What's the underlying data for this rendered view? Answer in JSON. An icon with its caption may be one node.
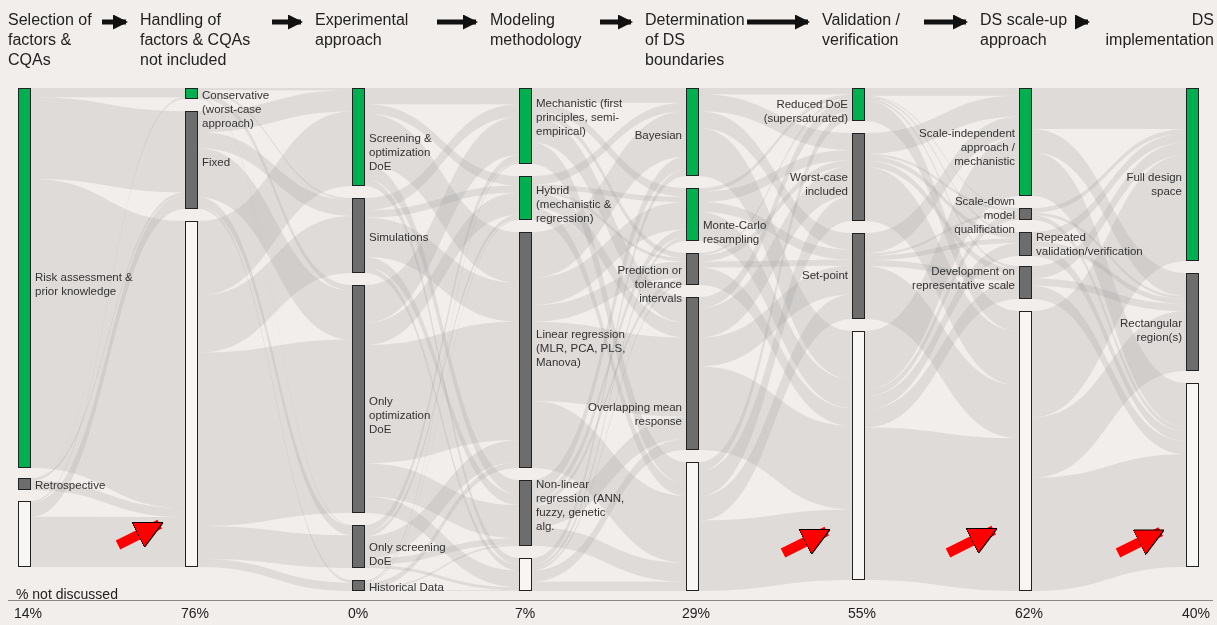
{
  "diagram": {
    "nodes": [
      {
        "text": [
          "Selection of factors & CQAs"
        ]
      },
      {
        "text": [
          "Handling of factors & CQAs not included"
        ]
      },
      {
        "text": [
          "Experimental approach"
        ]
      },
      {
        "text": [
          "Modeling methodology"
        ]
      },
      {
        "text": [
          "Determination of DS boundaries"
        ]
      },
      {
        "text": [
          "Validation / verification"
        ]
      },
      {
        "text": [
          "DS scale-up approach"
        ]
      },
      {
        "text": [
          "DS implementation"
        ]
      },
      {
        "text": [
          "Risk assessment & prior knowledge"
        ]
      },
      {
        "text": [
          "Retrospective"
        ]
      },
      {
        "text": [],
        "shape": "bar"
      },
      {
        "text": [
          "Conservative (worst-case approach)"
        ]
      },
      {
        "text": [
          "Fixed"
        ]
      },
      {
        "text": [],
        "shape": "bar"
      },
      {
        "text": [
          "Screening & optimization DoE"
        ]
      },
      {
        "text": [
          "Simulations"
        ]
      },
      {
        "text": [
          "Only optimization DoE"
        ]
      },
      {
        "text": [
          "Only screening DoE"
        ]
      },
      {
        "text": [
          "Historical Data"
        ]
      },
      {
        "text": [
          "Mechanistic (first principles, semi-empirical)"
        ]
      },
      {
        "text": [
          "Hybrid (mechanistic & regression)"
        ]
      },
      {
        "text": [
          "Linear regression (MLR, PCA, PLS, Manova)"
        ]
      },
      {
        "text": [
          "Non-linear regression (ANN, fuzzy, genetic alg."
        ]
      },
      {
        "text": [],
        "shape": "bar"
      },
      {
        "text": [
          "Bayesian"
        ]
      },
      {
        "text": [
          "Monte-Carlo resampling"
        ]
      },
      {
        "text": [
          "Prediction or tolerance intervals"
        ]
      },
      {
        "text": [
          "Overlapping mean response"
        ]
      },
      {
        "text": [],
        "shape": "bar"
      },
      {
        "text": [
          "Reduced DoE (supersaturated)"
        ]
      },
      {
        "text": [
          "Worst-case included"
        ]
      },
      {
        "text": [
          "Set-point"
        ]
      },
      {
        "text": [],
        "shape": "bar"
      },
      {
        "text": [
          "Scale-independent approach / mechanistic"
        ]
      },
      {
        "text": [
          "Scale-down model qualification"
        ]
      },
      {
        "text": [
          "Repeated validation/verification"
        ]
      },
      {
        "text": [
          "Development on representative scale"
        ]
      },
      {
        "text": [],
        "shape": "bar"
      },
      {
        "text": [
          "Full design space"
        ]
      },
      {
        "text": [
          "Rectangular region(s)"
        ]
      },
      {
        "text": [],
        "shape": "bar"
      }
    ],
    "edges": [
      {
        "from": 0,
        "to": 1,
        "arrow": "to"
      },
      {
        "from": 1,
        "to": 2,
        "arrow": "to"
      },
      {
        "from": 2,
        "to": 3,
        "arrow": "to"
      },
      {
        "from": 3,
        "to": 4,
        "arrow": "to"
      },
      {
        "from": 4,
        "to": 5,
        "arrow": "to"
      },
      {
        "from": 5,
        "to": 6,
        "arrow": "to"
      },
      {
        "from": 6,
        "to": 7,
        "arrow": "to"
      },
      {
        "from": null,
        "to": 13,
        "arrow": "to",
        "style": "thick",
        "color": "#ff0000"
      },
      {
        "from": null,
        "to": 32,
        "arrow": "to",
        "style": "thick",
        "color": "#ff0000"
      },
      {
        "from": null,
        "to": 37,
        "arrow": "to",
        "style": "thick",
        "color": "#ff0000"
      },
      {
        "from": null,
        "to": 40,
        "arrow": "to",
        "style": "thick",
        "color": "#ff0000"
      }
    ],
    "labels": [
      "% not discussed",
      "14%",
      "76%",
      "0%",
      "7%",
      "29%",
      "55%",
      "62%",
      "40%"
    ]
  }
}
